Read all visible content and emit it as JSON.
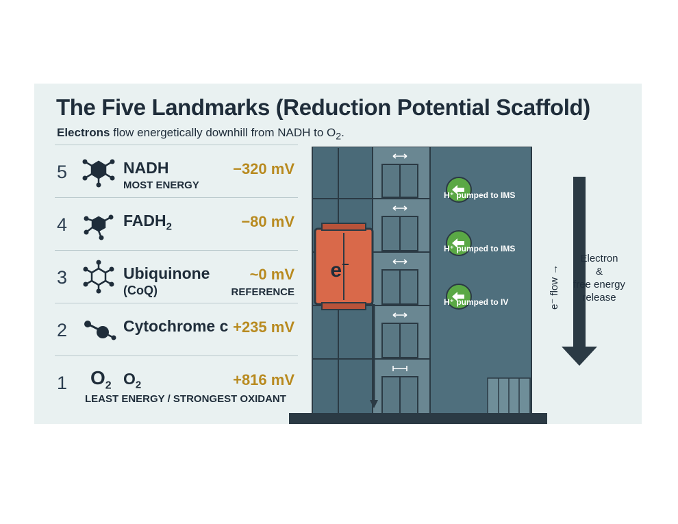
{
  "title": "The Five Landmarks (Reduction Potential Scaffold)",
  "subtitle": {
    "bold": "Electrons",
    "text": "flow energetically downhill from NADH to O",
    "sub": "2",
    "end": "."
  },
  "rows": [
    {
      "num": "5",
      "name": "NADH",
      "sub": "MOST ENERGY",
      "potential": "−320 mV"
    },
    {
      "num": "4",
      "name": "FADH",
      "name_sub": "2",
      "potential": "−80 mV"
    },
    {
      "num": "3",
      "name": "Ubiquinone",
      "sub": "(CoQ)",
      "potential": "~0 mV",
      "ref": "REFERENCE"
    },
    {
      "num": "2",
      "name": "Cytochrome c",
      "potential": "+235 mV"
    },
    {
      "num": "1",
      "formula": "O",
      "formula_sub": "2",
      "name": "O",
      "name_sub": "2",
      "sub": "LEAST ENERGY / STRONGEST OXIDANT",
      "potential": "+816 mV"
    }
  ],
  "elevator": {
    "car_label": "e",
    "car_sup": "−"
  },
  "pumps": [
    {
      "label": "H⁺ pumped to IMS"
    },
    {
      "label": "H⁺ pumped to IMS"
    },
    {
      "label": "H⁺ pumped to IV"
    }
  ],
  "flow": {
    "label": "e⁻ flow →",
    "release_lines": [
      "Electron",
      "&",
      "free energy",
      "release"
    ]
  },
  "colors": {
    "panel": "#e9f1f1",
    "building": "#4a6a78",
    "potential": "#b88a1f",
    "car": "#d9694a",
    "pump": "#5aa845"
  }
}
